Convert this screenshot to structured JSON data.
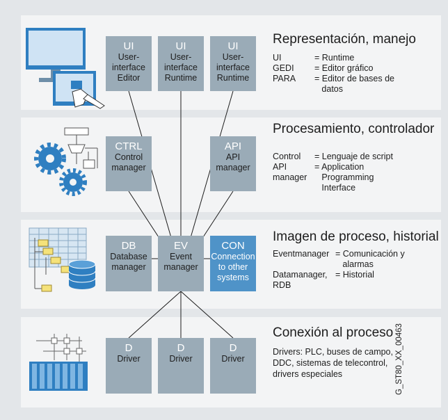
{
  "layers": [
    {
      "title": "Representación, manejo",
      "boxes": [
        {
          "code": "UI",
          "label": "User-\ninterface\nEditor"
        },
        {
          "code": "UI",
          "label": "User-\ninterface\nRuntime"
        },
        {
          "code": "UI",
          "label": "User-\ninterface\nRuntime"
        }
      ],
      "defs": [
        {
          "term": "UI",
          "def": "= Runtime"
        },
        {
          "term": "GEDI",
          "def": "= Editor gráfico"
        },
        {
          "term": "PARA",
          "def": "= Editor de bases de\n   datos"
        }
      ]
    },
    {
      "title": "Procesamiento, controlador",
      "boxes": [
        {
          "code": "CTRL",
          "label": "Control\nmanager"
        },
        {
          "code": "API",
          "label": "API\nmanager"
        }
      ],
      "defs": [
        {
          "term": "Control",
          "def": "= Lenguaje de script"
        },
        {
          "term": "API\nmanager",
          "def": "= Application\n   Programming\n   Interface"
        }
      ]
    },
    {
      "title": "Imagen de proceso, historial",
      "boxes": [
        {
          "code": "DB",
          "label": "Database\nmanager"
        },
        {
          "code": "EV",
          "label": "Event\nmanager"
        },
        {
          "code": "CON",
          "label": "Connection\nto other\nsystems"
        }
      ],
      "defs": [
        {
          "term": "Eventmanager",
          "def": "= Comunicación y\n   alarmas"
        },
        {
          "term": "Datamanager,\nRDB",
          "def": "= Historial"
        }
      ]
    },
    {
      "title": "Conexión al proceso",
      "boxes": [
        {
          "code": "D",
          "label": "Driver"
        },
        {
          "code": "D",
          "label": "Driver"
        },
        {
          "code": "D",
          "label": "Driver"
        }
      ],
      "text": "Drivers: PLC, buses de campo,\nDDC, sistemas de telecontrol,\ndrivers especiales"
    }
  ],
  "image_id": "G_ST80_XX_00463",
  "colors": {
    "layer_bg": "#f3f4f5",
    "page_bg": "#e3e6e9",
    "box": "#9aabb7",
    "box_highlight": "#4f93c8",
    "icon_blue": "#2f7fc1"
  },
  "icons": [
    "computer-touch-icon",
    "gears-flowchart-icon",
    "database-table-icon",
    "plc-rack-icon"
  ]
}
